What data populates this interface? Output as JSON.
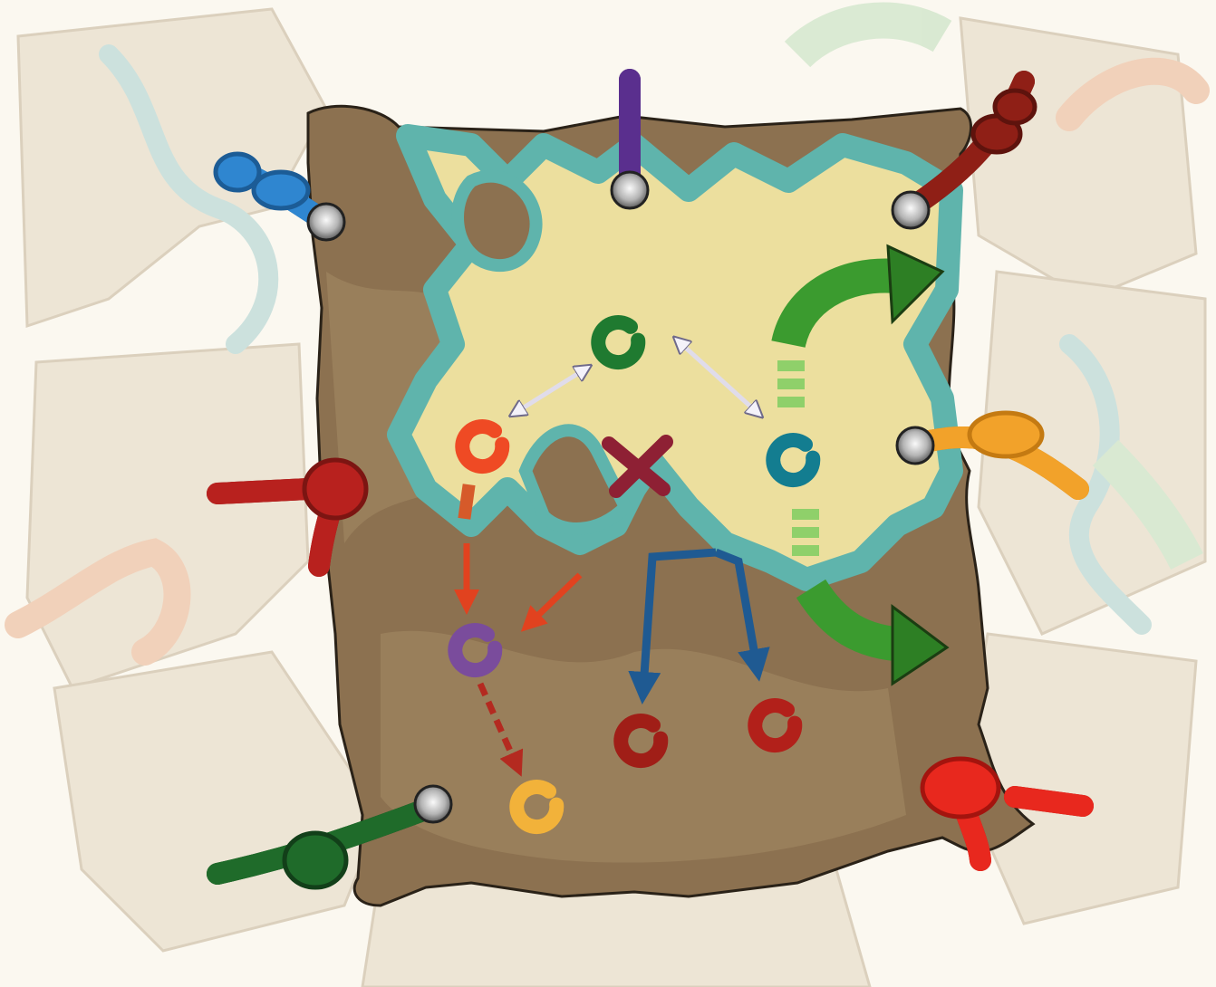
{
  "scene": {
    "subject": "treasure-map",
    "colors": {
      "background": "#fbf8f0",
      "ghost": "#ece3d3",
      "ghost_stroke": "#d8ccb8",
      "ghost_water": "#c7dfdc",
      "parchment_dark": "#8c7150",
      "parchment_mid": "#a48a64",
      "island": "#ecdf9e",
      "water": "#5fb4ac",
      "outline": "#2a2218",
      "eyelet": "#9a9a9a"
    }
  },
  "ropes": [
    {
      "id": "blue",
      "color": "#2f86d0",
      "dark": "#1c5c96"
    },
    {
      "id": "purple",
      "color": "#5a2f8e",
      "dark": "#3a1d5e"
    },
    {
      "id": "dark-red",
      "color": "#8f1f16",
      "dark": "#5e130d"
    },
    {
      "id": "orange",
      "color": "#f2a22a",
      "dark": "#c47a12"
    },
    {
      "id": "red-left",
      "color": "#b8211e",
      "dark": "#7c1512"
    },
    {
      "id": "red-right",
      "color": "#e8281e",
      "dark": "#a3140e"
    },
    {
      "id": "green",
      "color": "#1f6b2a",
      "dark": "#123f19"
    }
  ],
  "tokens": [
    {
      "id": "green",
      "color": "#1f7a30"
    },
    {
      "id": "orange-red",
      "color": "#ef4a24"
    },
    {
      "id": "teal",
      "color": "#137d90"
    },
    {
      "id": "purple",
      "color": "#7a4c9c"
    },
    {
      "id": "red-1",
      "color": "#a01e17"
    },
    {
      "id": "red-2",
      "color": "#b2201a"
    },
    {
      "id": "yellow",
      "color": "#f2b23a"
    }
  ],
  "arrows": {
    "double": "#e0dcea",
    "red": "#e1421f",
    "blue": "#1f5a92",
    "green": "#3b9b2f",
    "green_light": "#8fd06a",
    "cross": "#8e2034"
  }
}
